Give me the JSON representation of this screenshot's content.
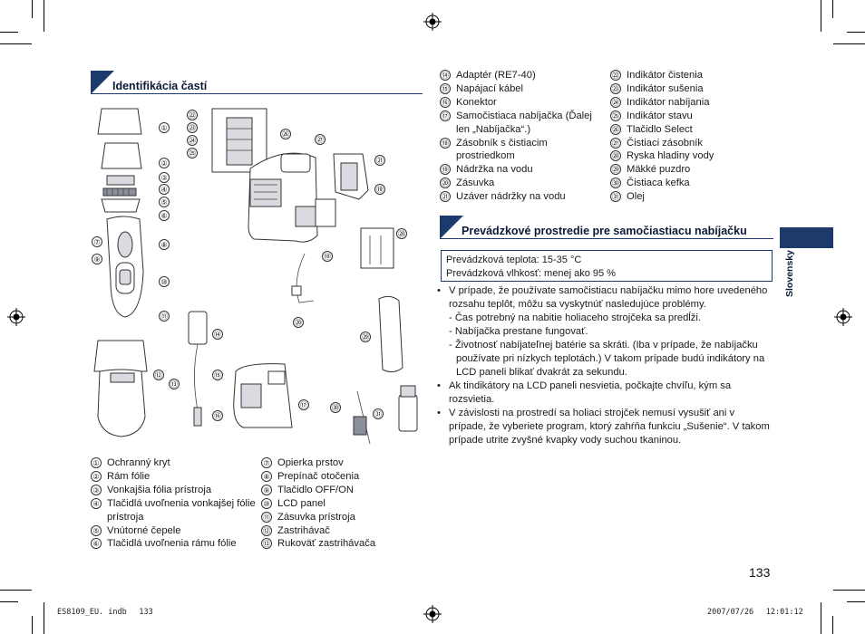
{
  "sections": {
    "parts_title": "Identifikácia častí",
    "env_title": "Prevádzkové prostredie pre samočiastiacu nabíjačku"
  },
  "parts_left_a": [
    {
      "n": "①",
      "t": "Ochranný kryt"
    },
    {
      "n": "②",
      "t": "Rám fólie"
    },
    {
      "n": "③",
      "t": "Vonkajšia fólia prístroja"
    },
    {
      "n": "④",
      "t": "Tlačidlá uvoľnenia vonkajšej fólie prístroja"
    },
    {
      "n": "⑤",
      "t": "Vnútorné čepele"
    },
    {
      "n": "⑥",
      "t": "Tlačidlá uvoľnenia rámu fólie"
    }
  ],
  "parts_left_b": [
    {
      "n": "⑦",
      "t": "Opierka prstov"
    },
    {
      "n": "⑧",
      "t": "Prepínač otočenia"
    },
    {
      "n": "⑨",
      "t": "Tlačidlo OFF/ON"
    },
    {
      "n": "⑩",
      "t": "LCD panel"
    },
    {
      "n": "⑪",
      "t": "Zásuvka prístroja"
    },
    {
      "n": "⑫",
      "t": "Zastrihávač"
    },
    {
      "n": "⑬",
      "t": "Rukoväť zastrihávača"
    }
  ],
  "parts_right_a": [
    {
      "n": "⑭",
      "t": "Adaptér (RE7-40)"
    },
    {
      "n": "⑮",
      "t": "Napájací kábel"
    },
    {
      "n": "⑯",
      "t": "Konektor"
    },
    {
      "n": "⑰",
      "t": "Samočistiaca nabíjačka (Ďalej len „Nabíjačka“.)"
    },
    {
      "n": "⑱",
      "t": "Zásobník s čistiacim prostriedkom"
    },
    {
      "n": "⑲",
      "t": "Nádržka na vodu"
    },
    {
      "n": "⑳",
      "t": "Zásuvka"
    },
    {
      "n": "㉑",
      "t": "Uzáver nádržky na vodu"
    }
  ],
  "parts_right_b": [
    {
      "n": "㉒",
      "t": "Indikátor čistenia"
    },
    {
      "n": "㉓",
      "t": "Indikátor sušenia"
    },
    {
      "n": "㉔",
      "t": "Indikátor nabíjania"
    },
    {
      "n": "㉕",
      "t": "Indikátor stavu"
    },
    {
      "n": "㉖",
      "t": "Tlačidlo Select"
    },
    {
      "n": "㉗",
      "t": "Čistiaci zásobník"
    },
    {
      "n": "㉘",
      "t": "Ryska hladiny vody"
    },
    {
      "n": "㉙",
      "t": "Mäkké puzdro"
    },
    {
      "n": "㉚",
      "t": "Čistiaca kefka"
    },
    {
      "n": "㉛",
      "t": "Olej"
    }
  ],
  "env_box": {
    "line1": "Prevádzková teplota: 15-35 °C",
    "line2": "Prevádzková vlhkosť: menej ako 95 %"
  },
  "bullets": {
    "b1": "V prípade, že používate samočistiacu nabíjačku mimo hore uvedeného rozsahu teplôt, môžu sa vyskytnúť nasledujúce problémy.",
    "s1": "- Čas potrebný na nabitie holiaceho strojčeka sa predĺži.",
    "s2": "- Nabíjačka prestane fungovať.",
    "s3": "- Životnosť nabíjateľnej batérie sa skráti. (Iba v prípade, že nabíjačku používate pri nízkych teplotách.) V takom prípade budú indikátory na LCD paneli blikať dvakrát za sekundu.",
    "b2": "Ak tindikátory na LCD paneli nesvietia, počkajte chvíľu, kým sa rozsvietia.",
    "b3": "V závislosti na prostredí sa holiaci strojček nemusí vysušiť ani v prípade, že vyberiete program, ktorý zahŕňa funkciu „Sušenie“. V takom prípade utrite zvyšné kvapky vody suchou tkaninou."
  },
  "side_tab": "Slovensky",
  "page_number": "133",
  "footer": {
    "file": "ES8109_EU. indb　 133",
    "datetime": "2007/07/26　 12:01:12"
  },
  "diagram_labels": [
    "①",
    "②",
    "③",
    "④",
    "⑤",
    "⑥",
    "⑦",
    "⑧",
    "⑨",
    "⑩",
    "⑪",
    "⑫",
    "⑬",
    "⑭",
    "⑮",
    "⑯",
    "⑰",
    "⑱",
    "⑲",
    "⑳",
    "㉑",
    "㉒",
    "㉓",
    "㉔",
    "㉕",
    "㉖",
    "㉗",
    "㉘",
    "㉙",
    "㉚",
    "㉛"
  ]
}
